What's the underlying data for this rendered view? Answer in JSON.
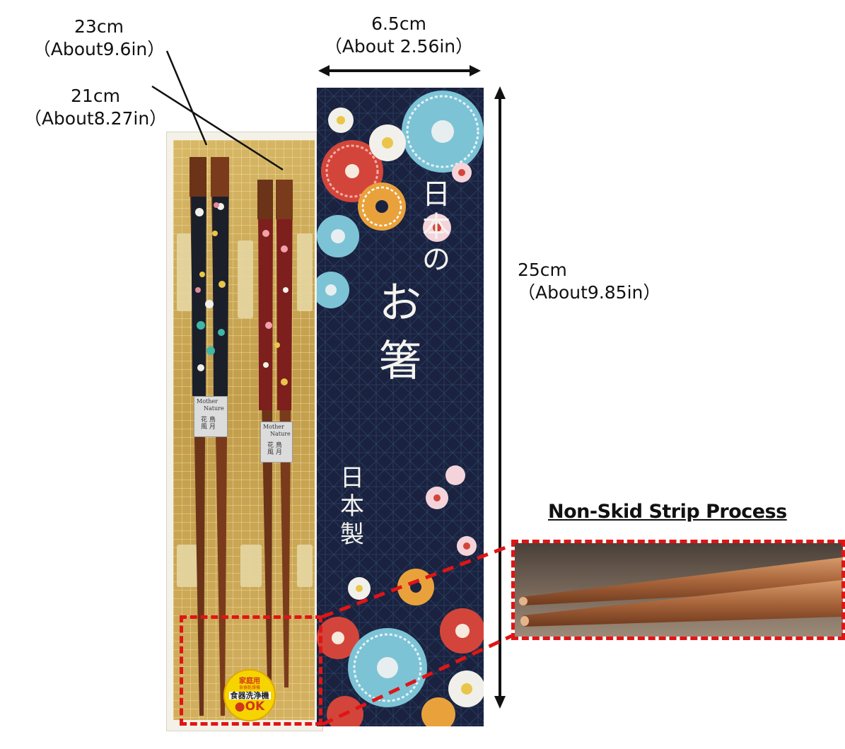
{
  "dimensions": {
    "long_chopsticks": {
      "length": "23cm",
      "imperial": "（About9.6in）"
    },
    "short_chopsticks": {
      "length": "21cm",
      "imperial": "（About8.27in）"
    },
    "box_width": {
      "length": "6.5cm",
      "imperial": "（About 2.56in）"
    },
    "box_height": {
      "length": "25cm",
      "imperial": "（About9.85in）"
    }
  },
  "box": {
    "title_top": [
      "日",
      "本",
      "の"
    ],
    "title_main": [
      "お",
      "箸"
    ],
    "made_in": [
      "日",
      "本",
      "製"
    ]
  },
  "tag": {
    "brand_line1": "Mother",
    "brand_line2": "Nature",
    "jp_line1": "花 鳥",
    "jp_line2": "風 月"
  },
  "badge": {
    "line1": "家庭用",
    "line2": "食器乾燥機",
    "line3": "食器洗浄機",
    "line4": "●OK"
  },
  "feature": {
    "title": "Non-Skid Strip Process"
  },
  "colors": {
    "box_navy": "#1a2240",
    "tray_gold": "#c8a75a",
    "highlight_red": "#e01515",
    "wood_brown": "#6b3318",
    "black_lacquer": "#1b1f2a",
    "red_lacquer": "#7d1f1c"
  }
}
